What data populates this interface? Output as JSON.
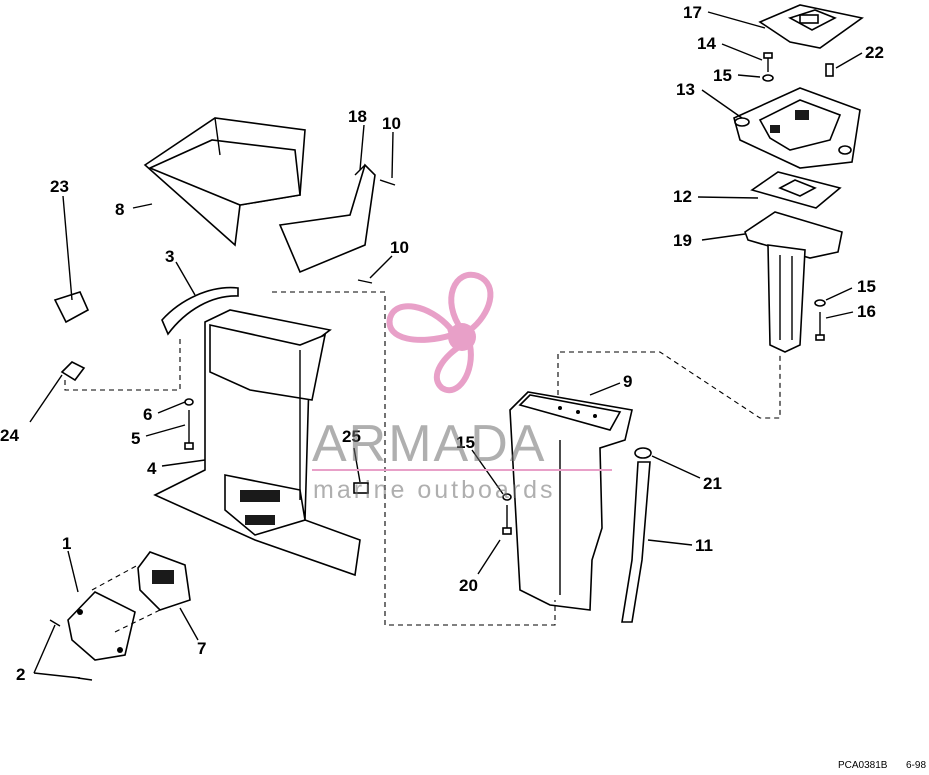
{
  "watermark": {
    "brand": "ARMADA",
    "tagline": "marine outboards",
    "logo_color": "#e8a0c8"
  },
  "figure_code": "PCA0381B",
  "figure_date": "6-98",
  "callouts": {
    "c1": "1",
    "c2": "2",
    "c3": "3",
    "c4": "4",
    "c5": "5",
    "c6": "6",
    "c7": "7",
    "c8": "8",
    "c9": "9",
    "c10a": "10",
    "c10b": "10",
    "c11": "11",
    "c12": "12",
    "c13": "13",
    "c14": "14",
    "c15a": "15",
    "c15b": "15",
    "c15c": "15",
    "c16": "16",
    "c17": "17",
    "c18": "18",
    "c19": "19",
    "c20": "20",
    "c21": "21",
    "c22": "22",
    "c23": "23",
    "c24": "24",
    "c25": "25"
  }
}
